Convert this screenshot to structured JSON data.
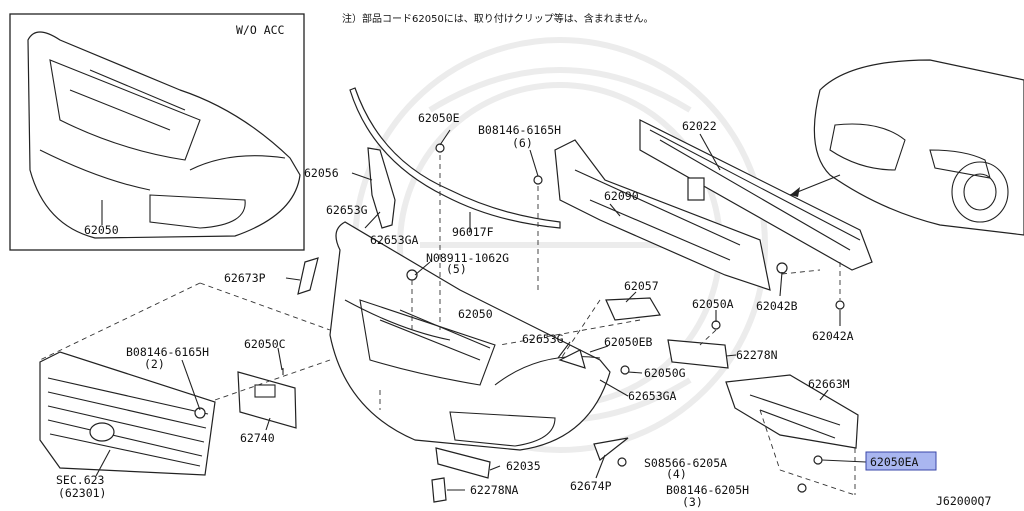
{
  "note": "注）部品コード62050には、取り付けクリップ等は、含まれません。",
  "inset_label": "W/O ACC",
  "diagram_id": "J62000Q7",
  "highlight_color": "#a9b6f0",
  "labels": {
    "l62050_inset": "62050",
    "l62050e": "62050E",
    "l08146_6165h_top": "B08146-6165H",
    "l_6": "(6)",
    "l62022": "62022",
    "l62056": "62056",
    "l62090": "62090",
    "l62653g_top": "62653G",
    "l62653ga_top": "62653GA",
    "l96017f": "96017F",
    "l08911": "N08911-1062G",
    "l_5": "(5)",
    "l62673p": "62673P",
    "l62042b": "62042B",
    "l62057": "62057",
    "l62050": "62050",
    "l62050a": "62050A",
    "l62042a": "62042A",
    "l08146_left": "B08146-6165H",
    "l_2": "(2)",
    "l62050c": "62050C",
    "l62653g_mid": "62653G",
    "l62050eb": "62050EB",
    "l62278n": "62278N",
    "l62050g": "62050G",
    "l62653ga_mid": "62653GA",
    "l62663m": "62663M",
    "l62740": "62740",
    "l62050ea": "62050EA",
    "l08566": "S08566-6205A",
    "l_4": "(4)",
    "l62035": "62035",
    "l62674p": "62674P",
    "l08146_6205h": "B08146-6205H",
    "l_3": "(3)",
    "lsec623": "SEC.623",
    "l62301": "(62301)",
    "l62278na": "62278NA"
  }
}
